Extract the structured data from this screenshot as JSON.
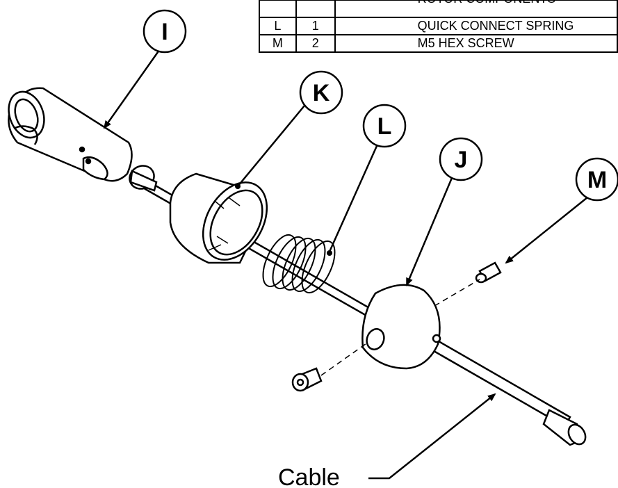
{
  "parts_table": {
    "rows": [
      {
        "item": "",
        "qty": "",
        "description": "ROTOR COMPONENTS"
      },
      {
        "item": "L",
        "qty": "1",
        "description": "QUICK CONNECT SPRING"
      },
      {
        "item": "M",
        "qty": "2",
        "description": "M5 HEX SCREW"
      }
    ]
  },
  "callouts": {
    "I": "I",
    "K": "K",
    "L": "L",
    "J": "J",
    "M": "M"
  },
  "cable_label": "Cable"
}
